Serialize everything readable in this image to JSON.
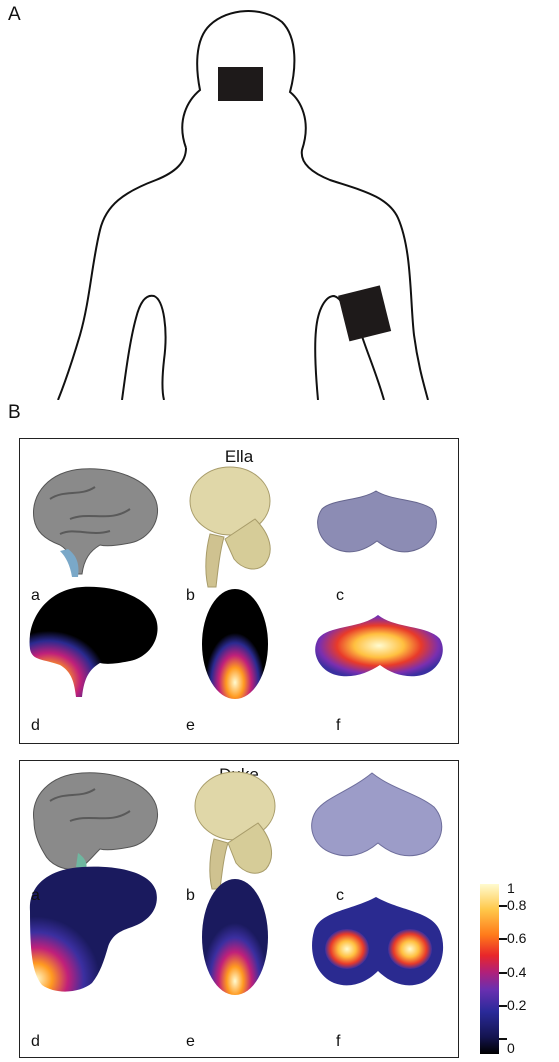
{
  "panels": {
    "a": "A",
    "b": "B"
  },
  "subjects": [
    {
      "name": "Ella",
      "labels": [
        "a",
        "b",
        "c",
        "d",
        "e",
        "f"
      ]
    },
    {
      "name": "Duke",
      "labels": [
        "a",
        "b",
        "c",
        "d",
        "e",
        "f"
      ]
    }
  ],
  "colorbar": {
    "ticks": [
      "1",
      "0.8",
      "0.6",
      "0.4",
      "0.2",
      "0"
    ],
    "colors": [
      "#000000",
      "#1a1a5e",
      "#3b2fa0",
      "#7a2fb0",
      "#c0207a",
      "#e83a2a",
      "#ff8c1a",
      "#ffd24a",
      "#fffbd0"
    ]
  },
  "body_outline": {
    "stroke": "#111111"
  },
  "electrode": {
    "color": "#1e1a1a"
  }
}
